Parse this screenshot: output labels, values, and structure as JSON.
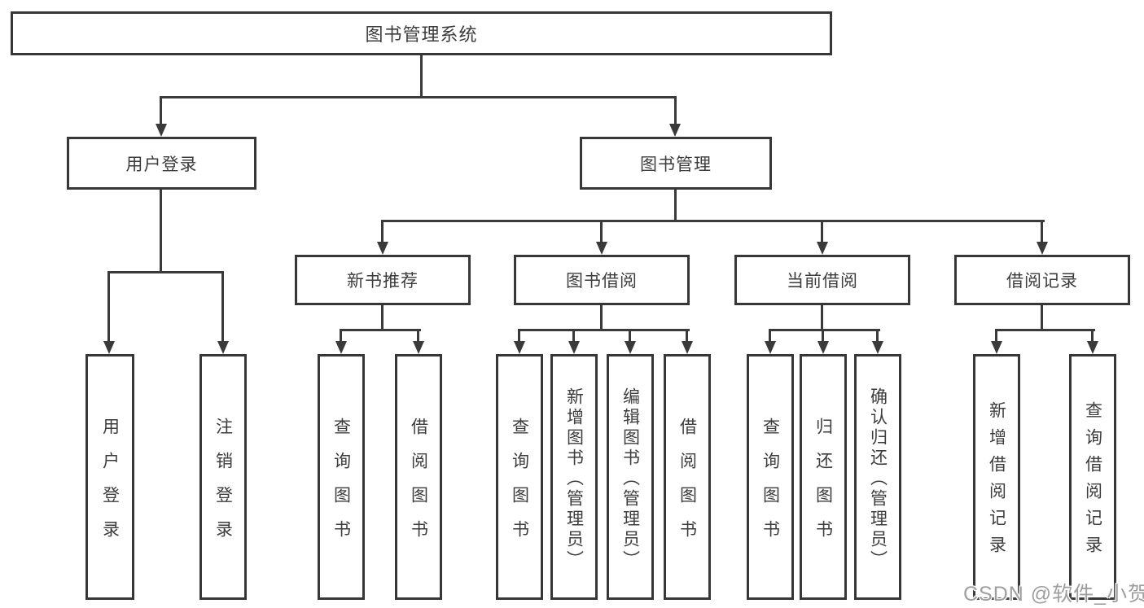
{
  "tree": {
    "label": "图书管理系统",
    "children": [
      {
        "label": "用户登录",
        "children": [
          {
            "label": "用户登录"
          },
          {
            "label": "注销登录"
          }
        ]
      },
      {
        "label": "图书管理",
        "children": [
          {
            "label": "新书推荐",
            "children": [
              {
                "label": "查询图书"
              },
              {
                "label": "借阅图书"
              }
            ]
          },
          {
            "label": "图书借阅",
            "children": [
              {
                "label": "查询图书"
              },
              {
                "label": "新增图书（管理员）"
              },
              {
                "label": "编辑图书（管理员）"
              },
              {
                "label": "借阅图书"
              }
            ]
          },
          {
            "label": "当前借阅",
            "children": [
              {
                "label": "查询图书"
              },
              {
                "label": "归还图书"
              },
              {
                "label": "确认归还（管理员）"
              }
            ]
          },
          {
            "label": "借阅记录",
            "children": [
              {
                "label": "新增借阅记录"
              },
              {
                "label": "查询借阅记录"
              }
            ]
          }
        ]
      }
    ]
  },
  "watermark": {
    "text": "CSDN @软件_小贺同学"
  },
  "colors": {
    "line": "#3a3a3a",
    "box_border": "#373737",
    "box_fill": "#ffffff",
    "text": "#3c3c3c",
    "watermark": "#9f9f9f",
    "background": "#ffffff"
  }
}
